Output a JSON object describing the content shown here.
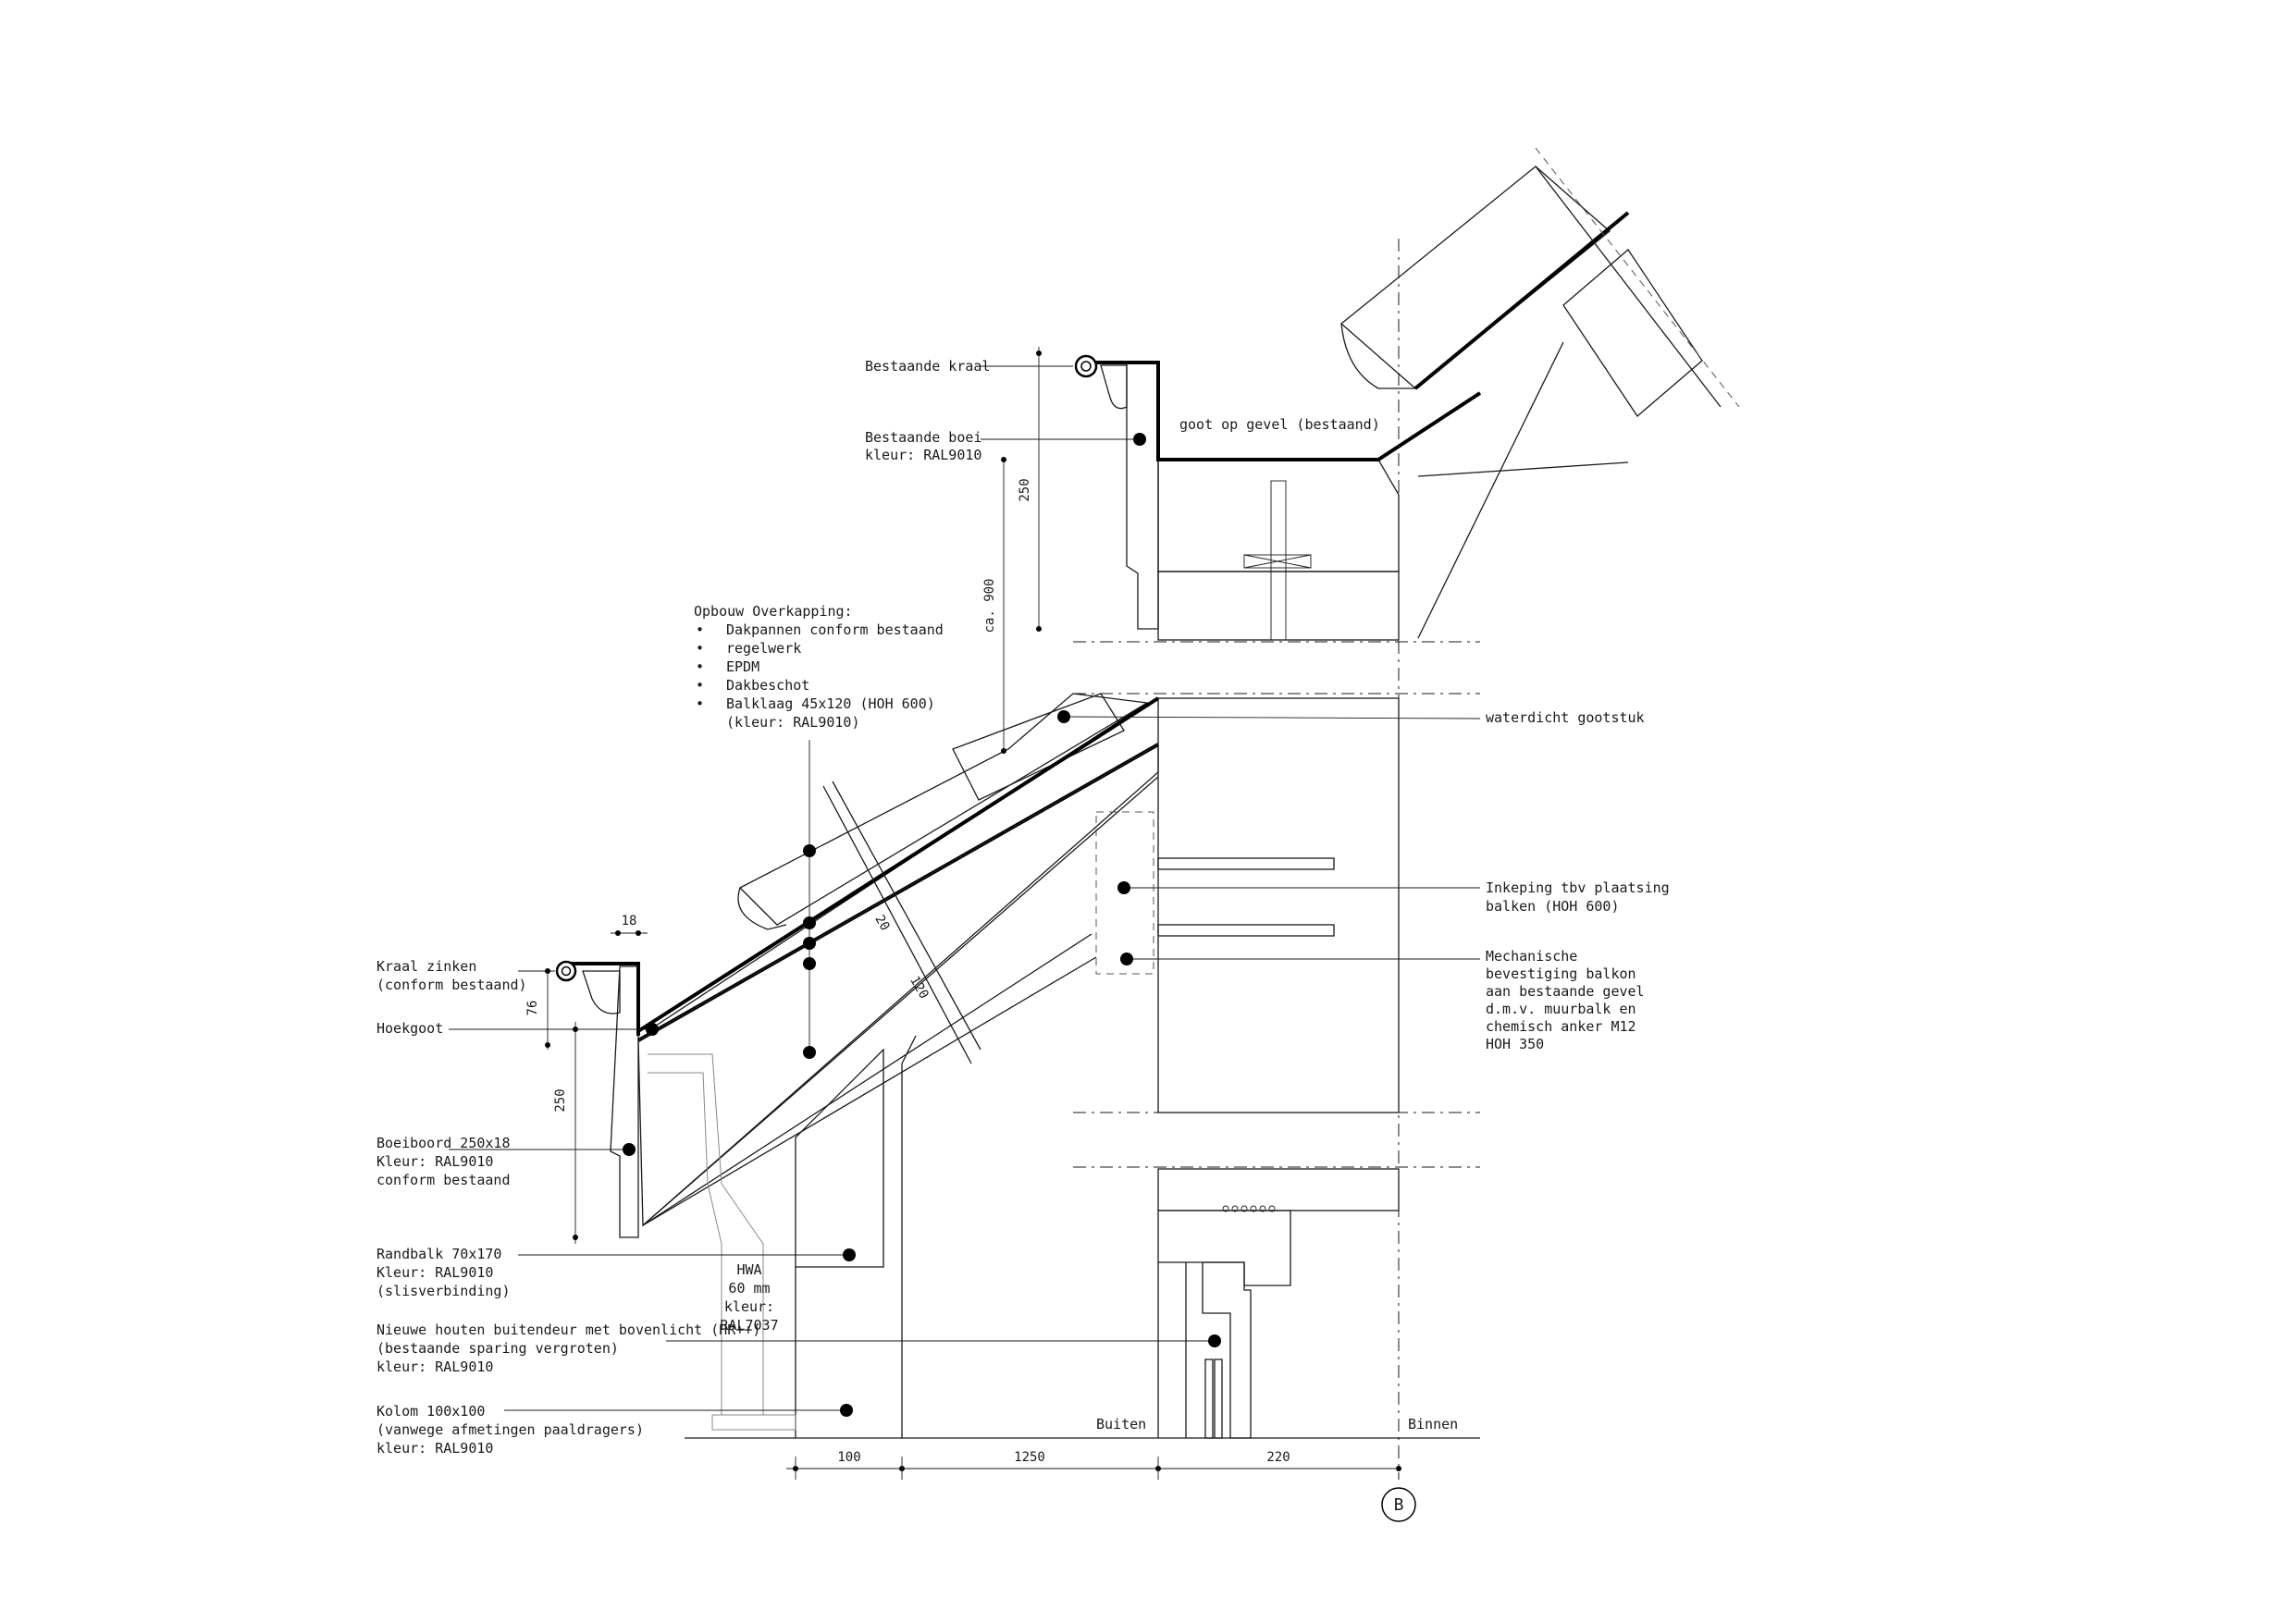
{
  "labels": {
    "bestaande_kraal": "Bestaande kraal",
    "bestaande_boei_1": "Bestaande boei",
    "bestaande_boei_2": "kleur: RAL9010",
    "goot_op_gevel": "goot op gevel (bestaand)",
    "opbouw": {
      "title": "Opbouw Overkapping:",
      "items": [
        "Dakpannen conform bestaand",
        "regelwerk",
        "EPDM",
        "Dakbeschot",
        "Balklaag 45x120 (HOH 600)"
      ],
      "extra": "(kleur: RAL9010)"
    },
    "waterdicht_gootstuk": "waterdicht gootstuk",
    "inkeping_1": "Inkeping tbv plaatsing",
    "inkeping_2": "balken (HOH 600)",
    "mechanische": [
      "Mechanische",
      "bevestiging balkon",
      "aan bestaande gevel",
      "d.m.v. muurbalk en",
      "chemisch anker M12",
      "HOH 350"
    ],
    "kraal_zinken_1": "Kraal zinken",
    "kraal_zinken_2": "(conform bestaand)",
    "hoekgoot": "Hoekgoot",
    "boeiboord": [
      "Boeiboord 250x18",
      "Kleur: RAL9010",
      "conform bestaand"
    ],
    "randbalk": [
      "Randbalk 70x170",
      "Kleur: RAL9010",
      "(slisverbinding)"
    ],
    "buitendeur": [
      "Nieuwe houten buitendeur met bovenlicht (HR++)",
      "(bestaande sparing vergroten)",
      "kleur: RAL9010"
    ],
    "kolom": [
      "Kolom 100x100",
      "(vanwege afmetingen paaldragers)",
      "kleur: RAL9010"
    ],
    "hwa": [
      "HWA",
      "60 mm",
      "kleur:",
      "RAL7037"
    ],
    "buiten": "Buiten",
    "binnen": "Binnen",
    "grid_marker": "B"
  },
  "dimensions": {
    "d250_top": "250",
    "d_ca900": "ca. 900",
    "d18": "18",
    "d76": "76",
    "d250_left": "250",
    "d20": "20",
    "d120": "120",
    "d100": "100",
    "d1250": "1250",
    "d220": "220"
  }
}
